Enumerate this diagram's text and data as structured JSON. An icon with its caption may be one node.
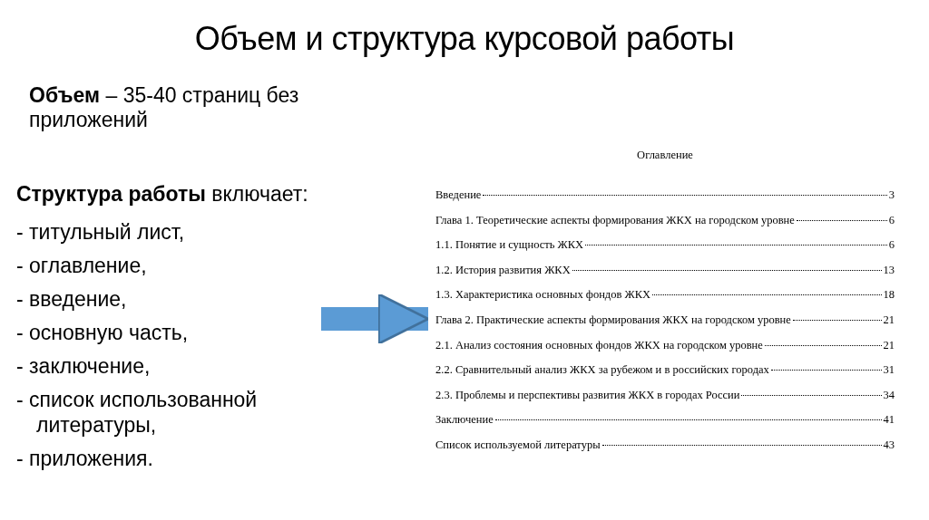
{
  "diagram": {
    "title": "Объем и структура курсовой работы",
    "nodes": [
      {
        "text": [
          "**Структура работы** включает:",
          "- титульный лист,",
          "- оглавление,",
          "- введение,",
          "- основную часть,",
          "- заключение,",
          "- список использованной литературы,",
          "- приложения."
        ]
      },
      {
        "text": [
          "Оглавление",
          "Введение",
          "3",
          "Глава 1. Теоретические аспекты формирования ЖКХ на городском уровне",
          "6",
          "1.1. Понятие и сущность ЖКХ",
          "6",
          "1.2. История развития ЖКХ",
          "13",
          "1.3. Характеристика основных фондов ЖКХ",
          "18",
          "Глава 2. Практические аспекты формирования ЖКХ на городском уровне",
          "21",
          "2.1. Анализ состояния основных фондов ЖКХ на городском уровне",
          "21",
          "2.2. Сравнительный анализ ЖКХ за рубежом и в российских городах",
          "31",
          "2.3. Проблемы и перспективы развития ЖКХ в городах России",
          "34",
          "Заключение",
          "41",
          "Список используемой литературы",
          "43"
        ]
      }
    ],
    "edges": [
      {
        "from": 0,
        "to": 1,
        "arrow": "to"
      }
    ],
    "labels": [
      "**Объем** – 35-40 страниц без приложений"
    ]
  }
}
